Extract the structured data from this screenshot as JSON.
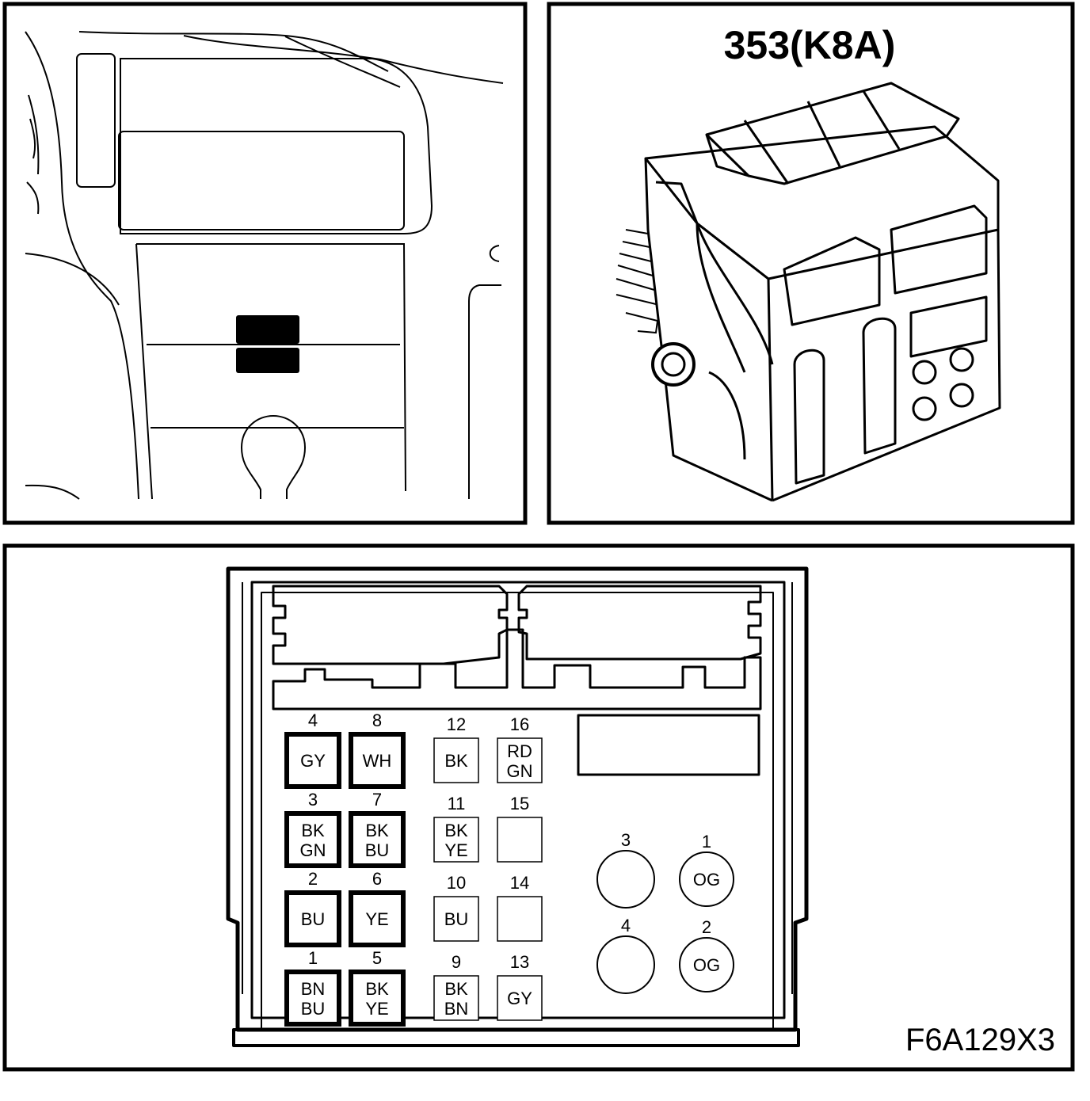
{
  "connector_title": "353(K8A)",
  "figure_code": "F6A129X3",
  "colors": {
    "ink": "#000000",
    "paper": "#ffffff"
  },
  "square_pins": [
    {
      "num": "4",
      "wire": [
        "GY"
      ],
      "heavy": true
    },
    {
      "num": "8",
      "wire": [
        "WH"
      ],
      "heavy": true
    },
    {
      "num": "12",
      "wire": [
        "BK"
      ],
      "heavy": false
    },
    {
      "num": "16",
      "wire": [
        "RD",
        "GN"
      ],
      "heavy": false
    },
    {
      "num": "3",
      "wire": [
        "BK",
        "GN"
      ],
      "heavy": true
    },
    {
      "num": "7",
      "wire": [
        "BK",
        "BU"
      ],
      "heavy": true
    },
    {
      "num": "11",
      "wire": [
        "BK",
        "YE"
      ],
      "heavy": false
    },
    {
      "num": "15",
      "wire": [],
      "heavy": false
    },
    {
      "num": "2",
      "wire": [
        "BU"
      ],
      "heavy": true
    },
    {
      "num": "6",
      "wire": [
        "YE"
      ],
      "heavy": true
    },
    {
      "num": "10",
      "wire": [
        "BU"
      ],
      "heavy": false
    },
    {
      "num": "14",
      "wire": [],
      "heavy": false
    },
    {
      "num": "1",
      "wire": [
        "BN",
        "BU"
      ],
      "heavy": true
    },
    {
      "num": "5",
      "wire": [
        "BK",
        "YE"
      ],
      "heavy": true
    },
    {
      "num": "9",
      "wire": [
        "BK",
        "BN"
      ],
      "heavy": false
    },
    {
      "num": "13",
      "wire": [
        "GY"
      ],
      "heavy": false
    }
  ],
  "round_pins": [
    {
      "num": "3",
      "wire": ""
    },
    {
      "num": "1",
      "wire": "OG"
    },
    {
      "num": "4",
      "wire": ""
    },
    {
      "num": "2",
      "wire": "OG"
    }
  ]
}
